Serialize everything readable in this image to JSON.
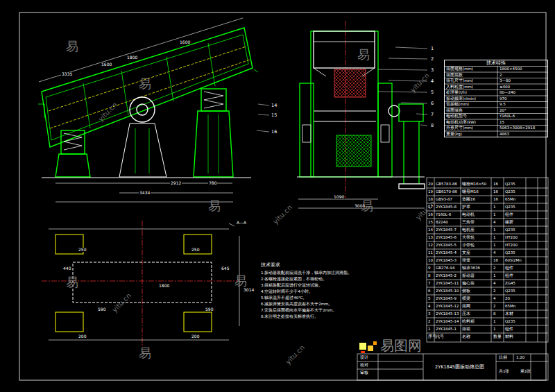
{
  "diagram": {
    "nodes": [
      {
        "text": [
          "技术特性"
        ]
      },
      {
        "text": [
          "2YK1845圆振动筛总图"
        ]
      }
    ],
    "labels": [
      "易",
      "易",
      "易",
      "易",
      "易",
      "易",
      "易",
      "易",
      "yitu.cn",
      "yitu.cn",
      "yitu.cn",
      "yitu.cn",
      "yitu.cn",
      "yitu.cn",
      "3335",
      "1600",
      "1800",
      "1600",
      "2912",
      "780",
      "3434",
      "1090",
      "3008",
      "A—A",
      "250",
      "250",
      "440",
      "645",
      "1800",
      "3014",
      "590",
      "590",
      "200",
      "200",
      "14",
      "15",
      "16",
      "1",
      "2",
      "3",
      "4",
      "5",
      "6",
      "7",
      "8",
      "技术要求",
      "1.振动器装配前应清洗干净，轴承内加注润滑脂。",
      "2.各螺栓连接处应紧固，不得松动。",
      "3.筛箱装配后应进行空运转试验。",
      "4.空运转时间不少于4小时。",
      "5.轴承温升不超过40℃。",
      "6.减振弹簧安装高度误差不大于2mm。",
      "7.安装后筛面横向水平偏差不大于2mm。",
      "8.未注明之处按有关标准执行。",
      "筛面规格(mm)",
      "1800×4500",
      "筛面层数",
      "2",
      "筛孔尺寸(mm)",
      "3—80",
      "入料粒度(mm)",
      "≤400",
      "处理量(t/h)",
      "80—240",
      "振动频率(r/min)",
      "970",
      "双振幅(mm)",
      "9.5",
      "筛面倾角",
      "20°",
      "电动机型号",
      "Y160L-6",
      "电动机功率(kW)",
      "15",
      "外形尺寸(mm)",
      "5063×3008×2918",
      "重量(kg)",
      "4863",
      "20",
      "GB5783-86",
      "螺栓M16×50",
      "16",
      "Q235",
      "19",
      "GB6170-86",
      "螺母M16",
      "16",
      "Q235",
      "18",
      "GB93-87",
      "垫圈16",
      "16",
      "65Mn",
      "17",
      "2YK1845-8",
      "护罩",
      "1",
      "Q235",
      "16",
      "Y160L-6",
      "电动机",
      "1",
      "组件",
      "15",
      "B2240",
      "三角带",
      "4",
      "橡胶",
      "14",
      "2YK1845-7",
      "电机座",
      "1",
      "Q235",
      "13",
      "2YK1845-6",
      "大带轮",
      "1",
      "HT200",
      "12",
      "2YK1845-5",
      "小带轮",
      "1",
      "HT200",
      "11",
      "2YK1845-4",
      "支座",
      "4",
      "Q235",
      "10",
      "2YK1845-3",
      "弹簧",
      "16",
      "60Si2Mn",
      "9",
      "GB276-94",
      "轴承3636",
      "2",
      "组件",
      "8",
      "2YK1845-2",
      "振动器",
      "1",
      "组件",
      "7",
      "2YK1845-11",
      "偏心块",
      "4",
      "ZG45",
      "6",
      "2YK1845-10",
      "侧板",
      "2",
      "Q235",
      "5",
      "2YK1845-9",
      "横梁",
      "4",
      "20",
      "4",
      "2YK1845-12",
      "筛网",
      "2",
      "65Mn",
      "3",
      "2YK1845-13",
      "压木",
      "8",
      "木材",
      "2",
      "2YK1845-14",
      "给料箱",
      "1",
      "Q235",
      "1",
      "2YK1845-1",
      "筛箱",
      "1",
      "组件",
      "序号",
      "代号",
      "名称",
      "数量",
      "材料",
      "设计",
      "校对",
      "审核",
      "比例",
      "1:20",
      "共1张",
      "第1张",
      "易图网"
    ]
  }
}
